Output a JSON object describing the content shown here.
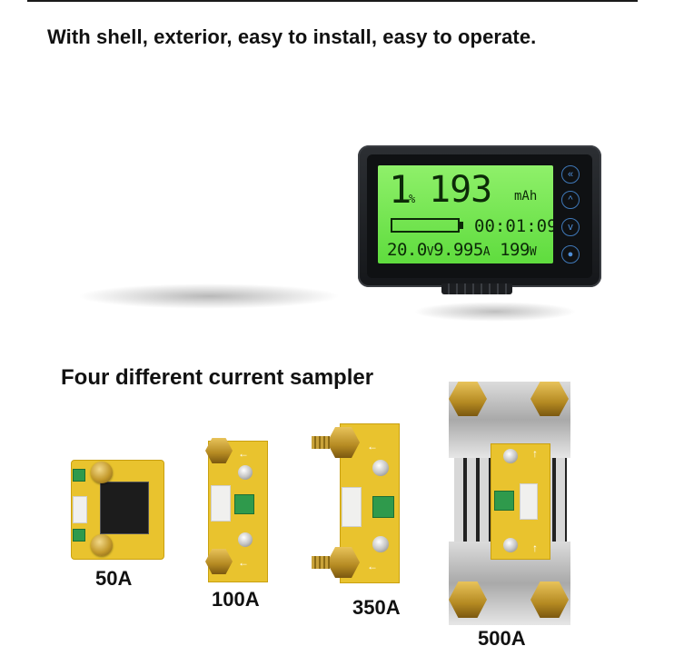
{
  "headline": "With shell, exterior, easy to install, easy to operate.",
  "subhead": "Four different current sampler",
  "meter": {
    "percent_value": "1",
    "percent_symbol": "%",
    "capacity_value": "193",
    "capacity_unit": "mAh",
    "time": "00:01:09",
    "voltage": "20.0",
    "voltage_unit": "V",
    "current": "9.995",
    "current_unit": "A",
    "power": "199",
    "power_unit": "W",
    "colors": {
      "lcd": "#6fe04a",
      "case": "#1f2226",
      "buttons": "#4f8fd8"
    }
  },
  "samplers": [
    {
      "label": "50A"
    },
    {
      "label": "100A"
    },
    {
      "label": "350A"
    },
    {
      "label": "500A"
    }
  ]
}
